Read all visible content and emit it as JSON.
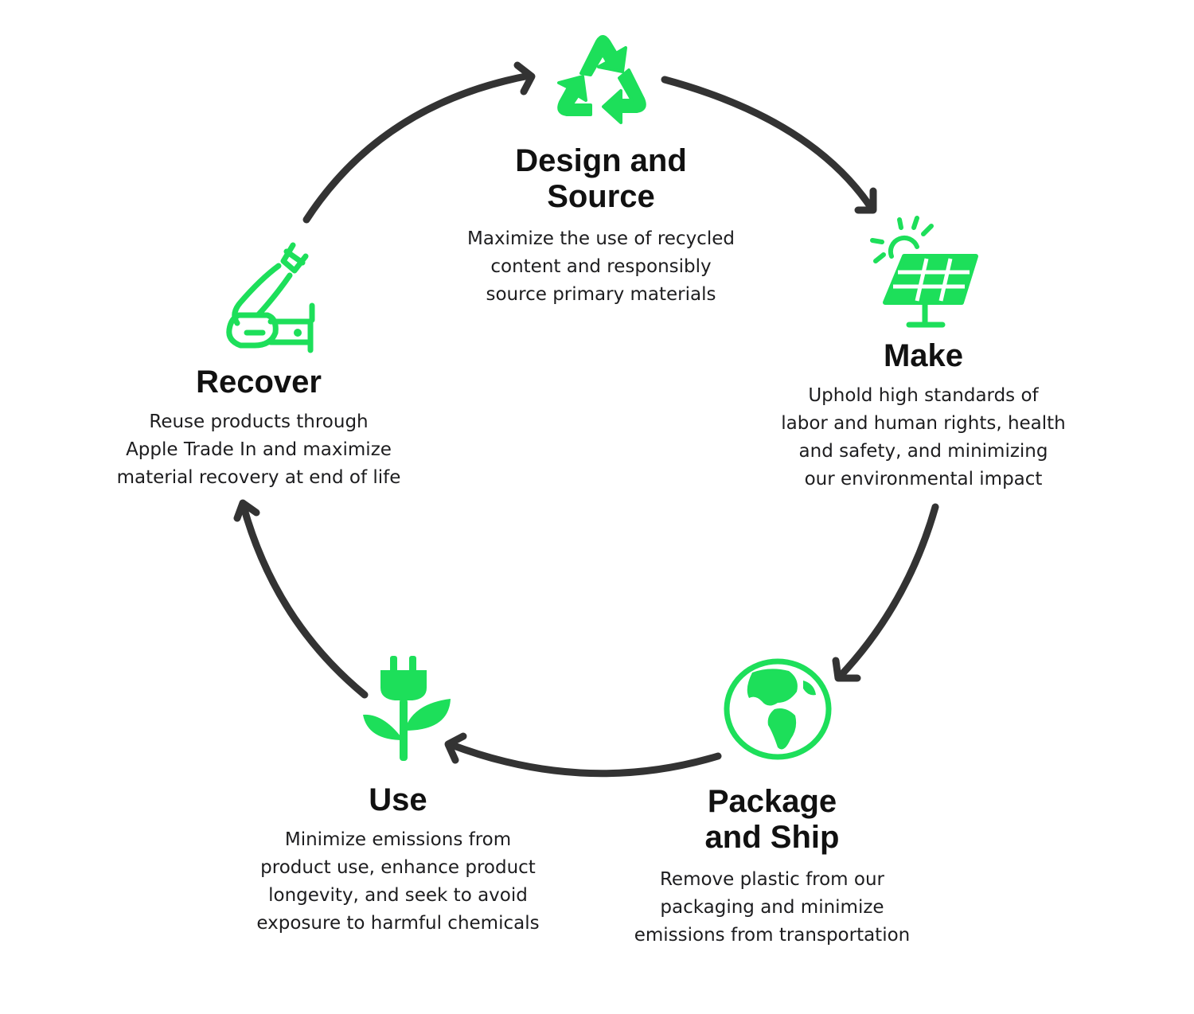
{
  "colors": {
    "accent": "#1ddf5a",
    "arrow": "#333333",
    "text": "#111111"
  },
  "stages": [
    {
      "title_lines": [
        "Design and",
        "Source"
      ],
      "icon": "recycle-icon",
      "description_lines": [
        "Maximize the use of recycled",
        "content and responsibly",
        "source primary materials"
      ]
    },
    {
      "title_lines": [
        "Make"
      ],
      "icon": "solar-panel-icon",
      "description_lines": [
        "Uphold high standards of",
        "labor and human rights, health",
        "and safety, and minimizing",
        "our environmental impact"
      ]
    },
    {
      "title_lines": [
        "Package",
        "and Ship"
      ],
      "icon": "globe-icon",
      "description_lines": [
        "Remove plastic from our",
        "packaging and minimize",
        "emissions from transportation"
      ]
    },
    {
      "title_lines": [
        "Use"
      ],
      "icon": "plug-plant-icon",
      "description_lines": [
        "Minimize emissions from",
        "product use, enhance product",
        "longevity, and seek to avoid",
        "exposure to harmful chemicals"
      ]
    },
    {
      "title_lines": [
        "Recover"
      ],
      "icon": "robot-arm-icon",
      "description_lines": [
        "Reuse products through",
        "Apple Trade In and maximize",
        "material recovery at end of life"
      ]
    }
  ]
}
